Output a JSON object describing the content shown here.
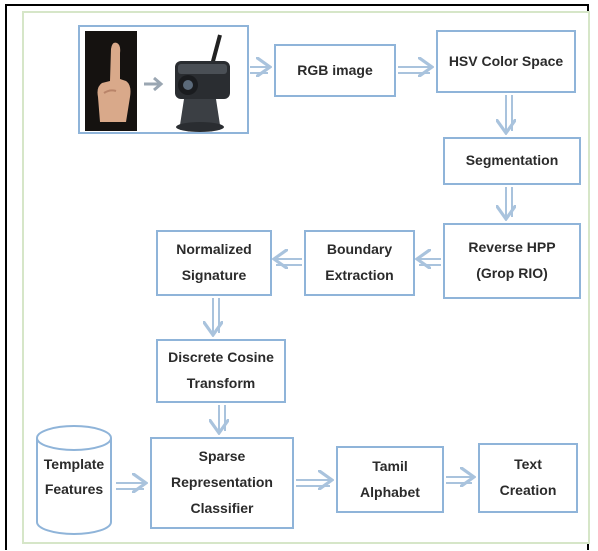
{
  "nodes": {
    "rgb": "RGB image",
    "hsv": "HSV Color Space",
    "segmentation": "Segmentation",
    "reverse_hpp": [
      "Reverse HPP",
      "(Grop RIO)"
    ],
    "boundary": [
      "Boundary",
      "Extraction"
    ],
    "normalized": [
      "Normalized",
      "Signature"
    ],
    "dct": [
      "Discrete Cosine",
      "Transform"
    ],
    "sparse": [
      "Sparse",
      "Representation",
      "Classifier"
    ],
    "template": [
      "Template",
      "Features"
    ],
    "tamil": [
      "Tamil",
      "Alphabet"
    ],
    "text": [
      "Text",
      "Creation"
    ]
  },
  "colors": {
    "box_border": "#8fb4d9",
    "arrow": "#a9c3dd",
    "frame": "#d6e6c8"
  },
  "icons": [
    "hand-gesture-icon",
    "camera-icon",
    "database-cylinder-icon"
  ]
}
